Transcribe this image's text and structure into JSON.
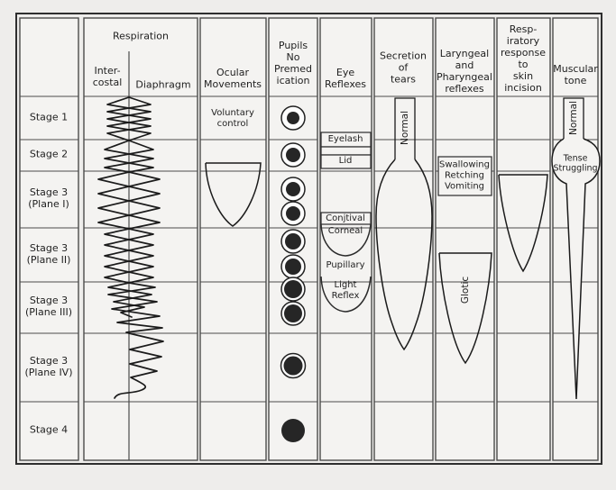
{
  "colors": {
    "background": "#eeedeb",
    "cell_fill": "#f4f3f1",
    "grid_line": "#4b4b4b",
    "outer_border": "#2e2e2e",
    "ink": "#1b1b1b",
    "pupil": "#262626",
    "text": "#1f1f1f"
  },
  "columns": [
    {
      "header": ""
    },
    {
      "header": "Respiration",
      "sub": [
        "Inter-\ncostal",
        "Diaphragm"
      ]
    },
    {
      "header": "Ocular\nMovements"
    },
    {
      "header": "Pupils\nNo\nPremed\nication"
    },
    {
      "header": "Eye\nReflexes"
    },
    {
      "header": "Secretion\nof\ntears"
    },
    {
      "header": "Laryngeal\nand\nPharyngeal\nreflexes"
    },
    {
      "header": "Resp-\niratory\nresponse\nto\nskin\nincision"
    },
    {
      "header": "Muscular\ntone"
    }
  ],
  "stages": [
    "Stage 1",
    "Stage 2",
    "Stage 3\n(Plane I)",
    "Stage 3\n(Plane II)",
    "Stage 3\n(Plane III)",
    "Stage 3\n(Plane IV)",
    "Stage 4"
  ],
  "cells": {
    "voluntary_control": "Voluntary\ncontrol",
    "eyelash": "Eyelash",
    "lid": "Lid",
    "conjtival": "Conjtival",
    "corneal": "Corneal",
    "pupillary": "Pupillary",
    "light_reflex": "Light\nReflex",
    "tears_normal": "Normal",
    "swallowing": "Swallowing\nRetching\nVomiting",
    "glottic": "Glotic",
    "muscular_normal": "Normal",
    "tense_struggling": "Tense\nStruggling"
  }
}
